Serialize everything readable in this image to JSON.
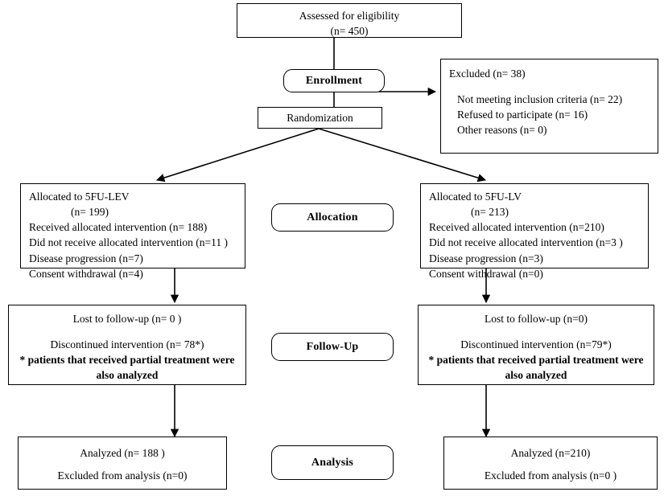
{
  "diagram": {
    "title": "CONSORT participant flow diagram",
    "type": "flowchart",
    "background_color": "#ffffff",
    "line_color": "#000000"
  },
  "stages": {
    "enrollment": "Enrollment",
    "allocation": "Allocation",
    "follow_up": "Follow-Up",
    "analysis": "Analysis"
  },
  "nodes": {
    "assessed": {
      "line1": "Assessed for eligibility",
      "line2": "(n= 450)"
    },
    "randomization": {
      "label": "Randomization"
    },
    "excluded": {
      "heading": "Excluded  (n= 38)",
      "reasons": [
        "Not meeting inclusion criteria (n= 22)",
        "Refused to participate (n= 16)",
        "Other reasons  (n= 0)"
      ]
    },
    "allocated_left": {
      "line1": "Allocated to 5FU-LEV",
      "line2": "(n= 199)",
      "line3": "Received allocated intervention (n= 188)",
      "line4": "Did not receive allocated intervention (n=11 )",
      "line5": "Disease progression (n=7)",
      "line6": "Consent withdrawal (n=4)"
    },
    "allocated_right": {
      "line1": "Allocated to 5FU-LV",
      "line2": "(n= 213)",
      "line3": "Received allocated intervention (n=210)",
      "line4": "Did not receive allocated intervention (n=3 )",
      "line5": " Disease progression (n=3)",
      "line6": "Consent withdrawal (n=0)"
    },
    "followup_left": {
      "line1": "Lost to follow-up  (n= 0 )",
      "line2": "Discontinued intervention (n=  78*)",
      "note1": "* patients that received partial treatment were",
      "note2": "also analyzed"
    },
    "followup_right": {
      "line1": "Lost to follow-up  (n=0)",
      "line2": "Discontinued intervention (n=79*)",
      "note1": "* patients that received partial treatment were",
      "note2": "also analyzed"
    },
    "analyzed_left": {
      "line1": "Analyzed  (n= 188 )",
      "line2": "Excluded from analysis  (n=0)"
    },
    "analyzed_right": {
      "line1": "Analyzed  (n=210)",
      "line2": "Excluded from analysis  (n=0 )"
    }
  }
}
